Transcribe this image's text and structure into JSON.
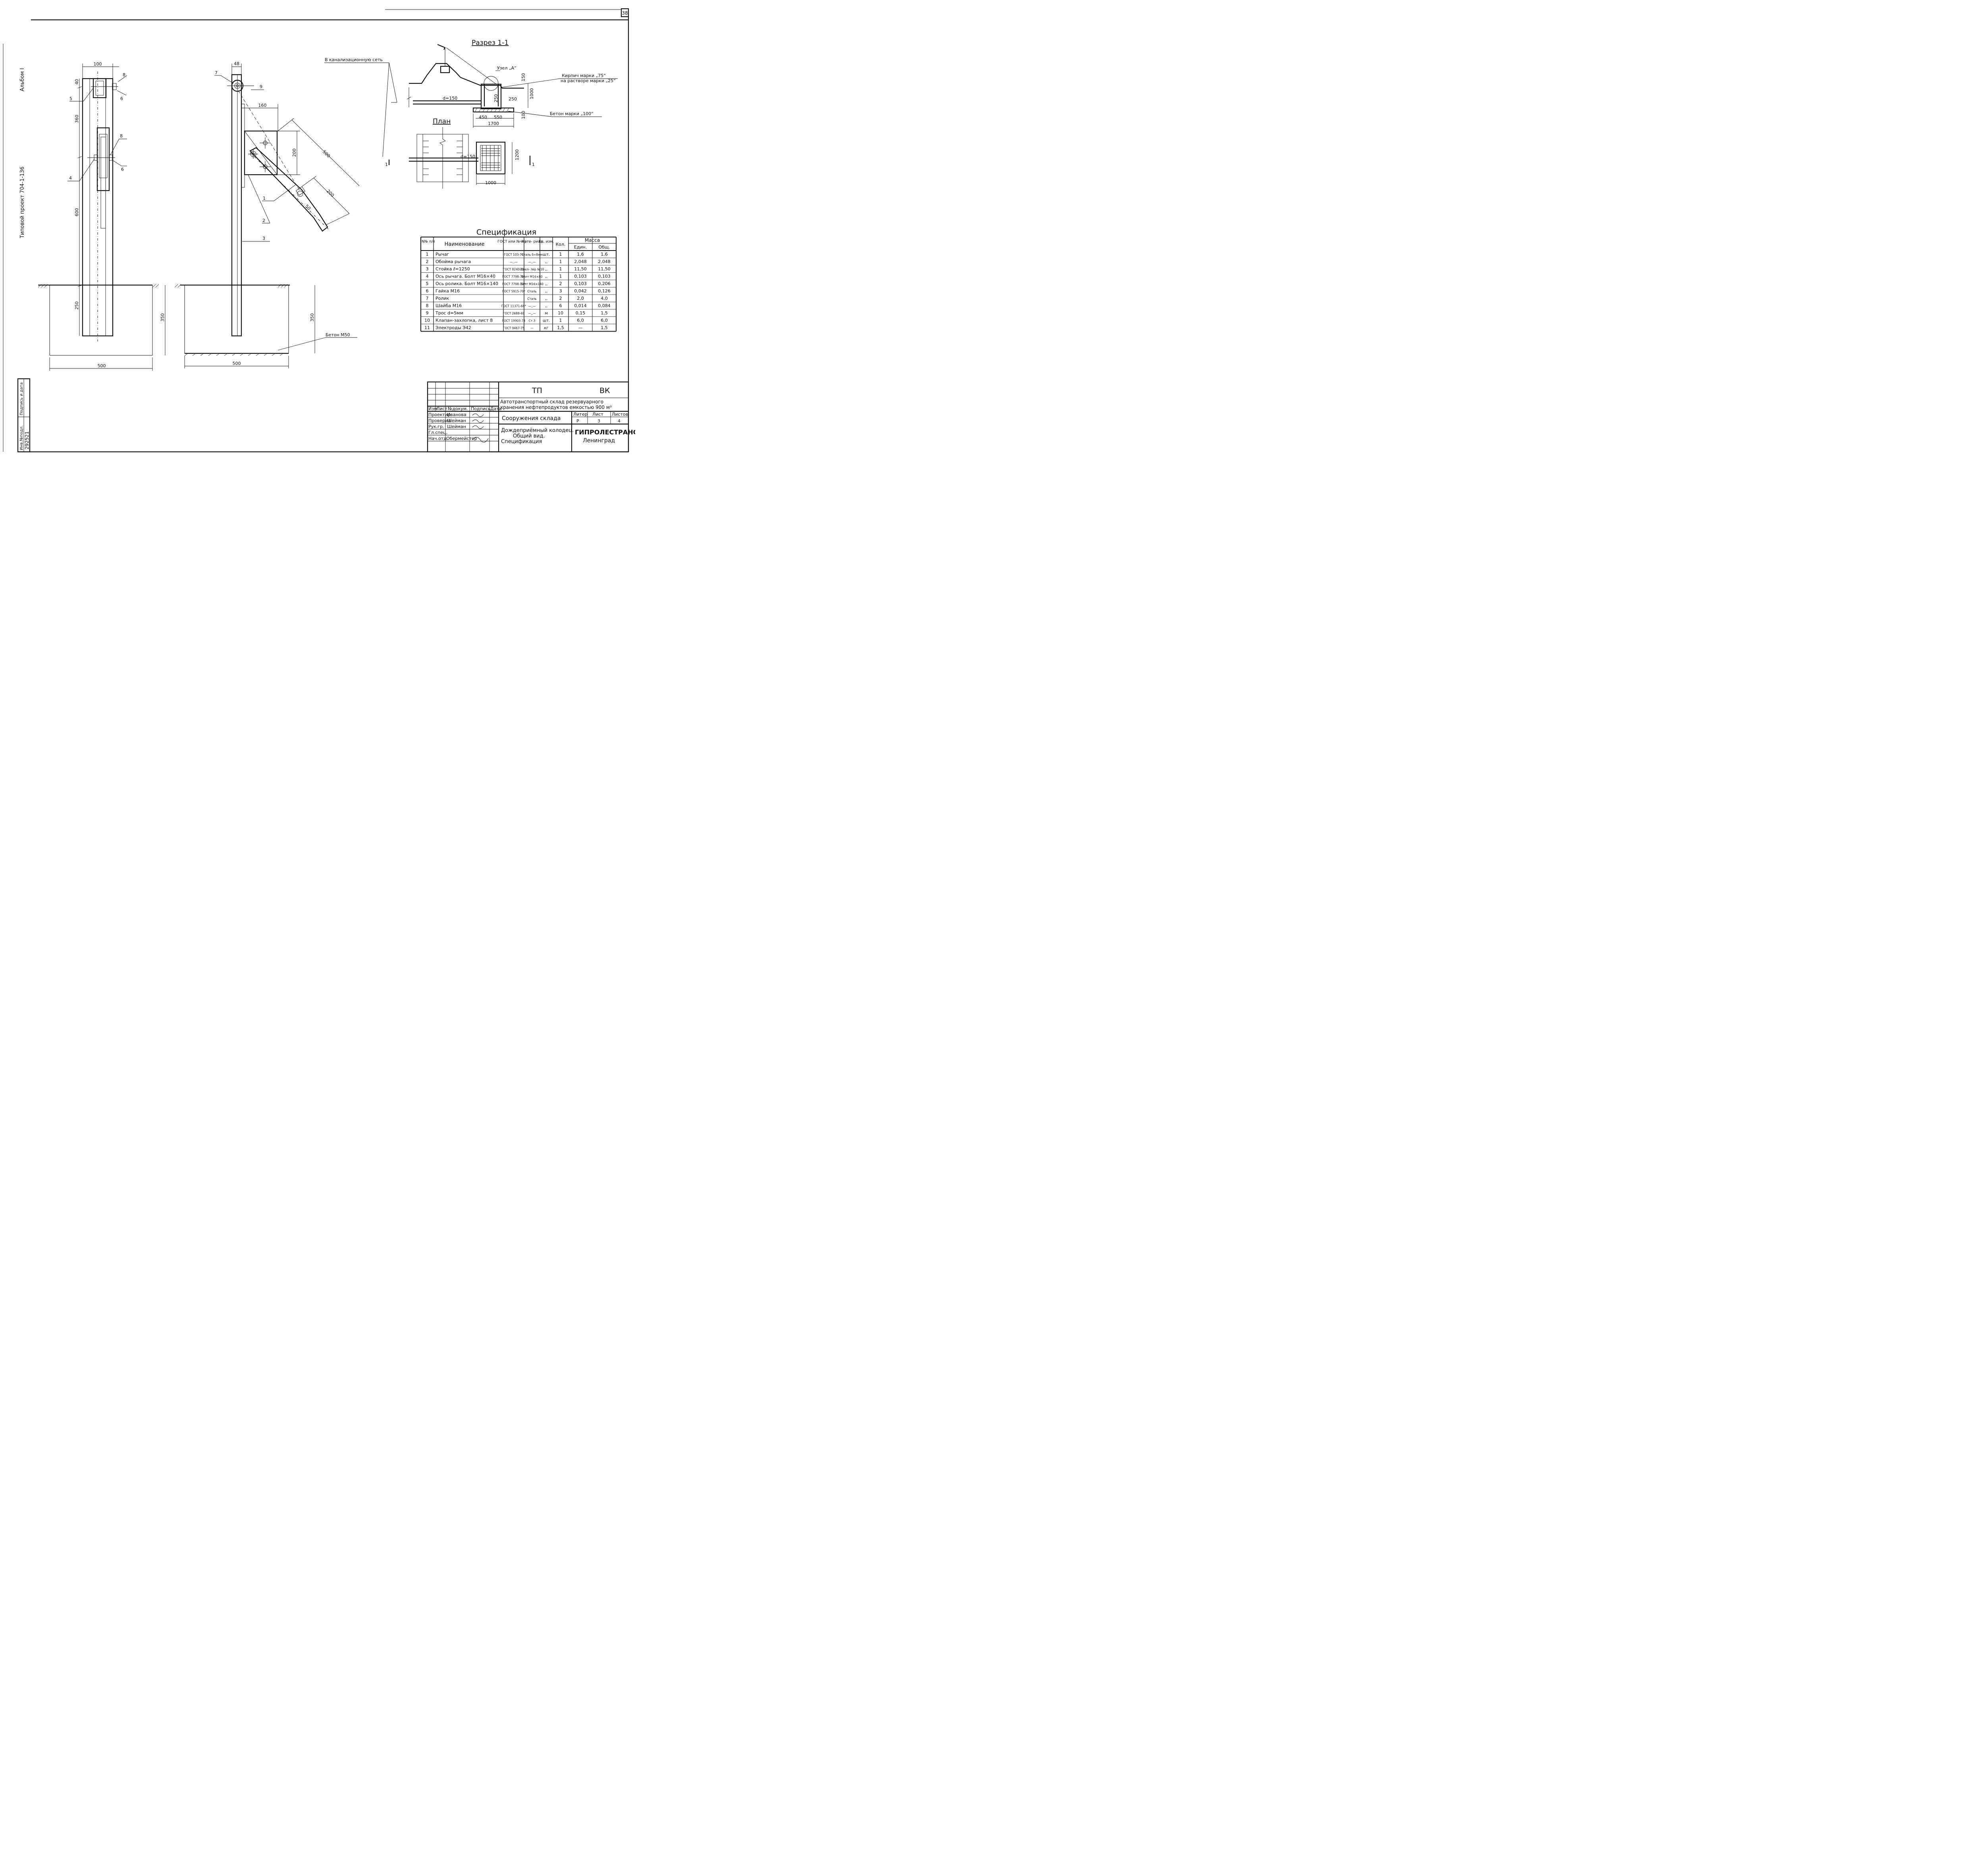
{
  "sheet_number": "38",
  "margin": {
    "album": "Альбом I",
    "project": "Типовой проект 704-1-136",
    "inv_label": "Инв.№подл.",
    "sign_label": "Подпись и дата",
    "inv_number": "292521"
  },
  "views": {
    "front_dims": {
      "width_top": "100",
      "d40": "40",
      "d360": "360",
      "d600": "600",
      "d250": "250",
      "d350": "350",
      "d500": "500"
    },
    "front_labels": [
      "8",
      "5",
      "6",
      "8",
      "4",
      "6"
    ],
    "side_dims": {
      "width_top": "48",
      "d160": "160",
      "d200a": "200",
      "d500": "500",
      "d200b": "200",
      "d350": "350",
      "d500b": "500",
      "d50": "50"
    },
    "side_labels": [
      "7",
      "9",
      "1",
      "2",
      "3"
    ],
    "concrete_label": "Бетон М50"
  },
  "section": {
    "title": "Разрез 1-1",
    "sewer_label": "В канализационную сеть",
    "node_label": "Узел „А“",
    "brick_label_1": "Кирпич марки „75“",
    "brick_label_2": "на растворе марки „25“",
    "pipe_label": "d=150",
    "concrete_label": "Бетон марки „100“",
    "dims": {
      "d150": "150",
      "d1000": "1000",
      "d250a": "250",
      "d250b": "250",
      "d450": "450",
      "d550": "550",
      "d100": "100",
      "d1700": "1700"
    }
  },
  "plan": {
    "title": "План",
    "pipe_label": "d=150",
    "cut_left": "1",
    "cut_right": "1",
    "dims": {
      "d1200": "1200",
      "d1000": "1000"
    }
  },
  "spec": {
    "title": "Спецификация",
    "headers": {
      "num": "N№ п/п",
      "name": "Наименование",
      "gost": "ГОСТ или №черт.",
      "material": "Мате- риал",
      "unit": "Ед. изм.",
      "qty": "Кол.",
      "mass": "Масса",
      "mass_unit": "Един.",
      "mass_total": "Общ."
    },
    "rows": [
      {
        "n": "1",
        "name": "Рычаг",
        "gost": "ГОСТ 103-76",
        "mat": "Сталь δ=8мм",
        "unit": "шт.",
        "qty": "1",
        "m1": "1,6",
        "m2": "1,6"
      },
      {
        "n": "2",
        "name": "Обойма рычага",
        "gost": "—,,—",
        "mat": "—,,—",
        "unit": ",,",
        "qty": "1",
        "m1": "2,048",
        "m2": "2,048"
      },
      {
        "n": "3",
        "name": "Стойка ℓ=1250",
        "gost": "ГОСТ 8240-72",
        "mat": "Швел- лер №10",
        "unit": ",,",
        "qty": "1",
        "m1": "11,50",
        "m2": "11,50"
      },
      {
        "n": "4",
        "name": "Ось рычага. Болт М16×40",
        "gost": "ГОСТ 7798-70*",
        "mat": "Болт М16×80",
        "unit": ",,",
        "qty": "1",
        "m1": "0,103",
        "m2": "0,103"
      },
      {
        "n": "5",
        "name": "Ось ролика. Болт М16×140",
        "gost": "ГОСТ 7798-70*",
        "mat": "Болт М16×140",
        "unit": ",,",
        "qty": "2",
        "m1": "0,103",
        "m2": "0,206"
      },
      {
        "n": "6",
        "name": "Гайка М16",
        "gost": "ГОСТ 5915-70*",
        "mat": "Сталь",
        "unit": ",,",
        "qty": "3",
        "m1": "0,042",
        "m2": "0,126"
      },
      {
        "n": "7",
        "name": "Ролик",
        "gost": "",
        "mat": "Сталь",
        "unit": ",,",
        "qty": "2",
        "m1": "2,0",
        "m2": "4,0"
      },
      {
        "n": "8",
        "name": "Шайба М16",
        "gost": "ГОСТ 11371-68*",
        "mat": "—,,—",
        "unit": ",,",
        "qty": "6",
        "m1": "0,014",
        "m2": "0,084"
      },
      {
        "n": "9",
        "name": "Трос d=5мм",
        "gost": "ГОСТ 2688-69",
        "mat": "—,,—",
        "unit": "м",
        "qty": "10",
        "m1": "0,15",
        "m2": "1,5"
      },
      {
        "n": "10",
        "name": "Клапан-захлопка, лист 8",
        "gost": "ГОСТ 19903-74",
        "mat": "Ст.3",
        "unit": "шт.",
        "qty": "1",
        "m1": "6,0",
        "m2": "6,0"
      },
      {
        "n": "11",
        "name": "Электроды Э42",
        "gost": "ГОСТ 9467-75",
        "mat": "—",
        "unit": "кг",
        "qty": "1,5",
        "m1": "—",
        "m2": "1,5"
      }
    ]
  },
  "title_block": {
    "code_left": "ТП",
    "code_right": "ВК",
    "project_line_1": "Автотранспортный склад резервуарного",
    "project_line_2": "хранения нефтепродуктов емкостью 900 м³",
    "section_name": "Сооружения склада",
    "drawing_line_1": "Дождеприёмный колодец.",
    "drawing_line_2": "Общий вид.",
    "drawing_line_3": "Спецификация",
    "stage_label": "Литер",
    "sheet_label": "Лист",
    "sheets_label": "Листов",
    "stage": "Р",
    "sheet": "3",
    "sheets": "4",
    "org_name": "ГИПРОЛЕСТРАНС",
    "org_city": "Ленинград",
    "col_headers": [
      "Изм",
      "Лист",
      "№докум.",
      "Подпись",
      "Дата"
    ],
    "staff": [
      {
        "role": "Проектир",
        "name": "Иванова"
      },
      {
        "role": "Проверил",
        "name": "Шейман"
      },
      {
        "role": "Рук.гр.",
        "name": "Шейман"
      },
      {
        "role": "Гл.спец.",
        "name": ""
      },
      {
        "role": "Нач.отд.",
        "name": "Обермейстер"
      }
    ]
  }
}
